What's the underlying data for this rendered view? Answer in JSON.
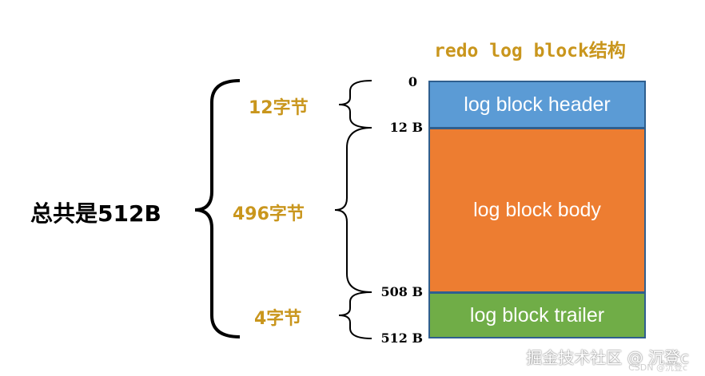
{
  "title": "redo log block结构",
  "total_label": "总共是512B",
  "segments": [
    {
      "label": "log block header",
      "size_label": "12字节",
      "color": "#5b9bd5"
    },
    {
      "label": "log block body",
      "size_label": "496字节",
      "color": "#ed7d31"
    },
    {
      "label": "log block trailer",
      "size_label": "4字节",
      "color": "#70ad47"
    }
  ],
  "offsets": [
    "0",
    "12 B",
    "508 B",
    "512 B"
  ],
  "colors": {
    "label_gold": "#c9961d",
    "brace": "#000000",
    "border": "#2f5f8f"
  },
  "watermark": "掘金技术社区 @ 沉登c",
  "watermark_small": "CSDN @沉登c"
}
